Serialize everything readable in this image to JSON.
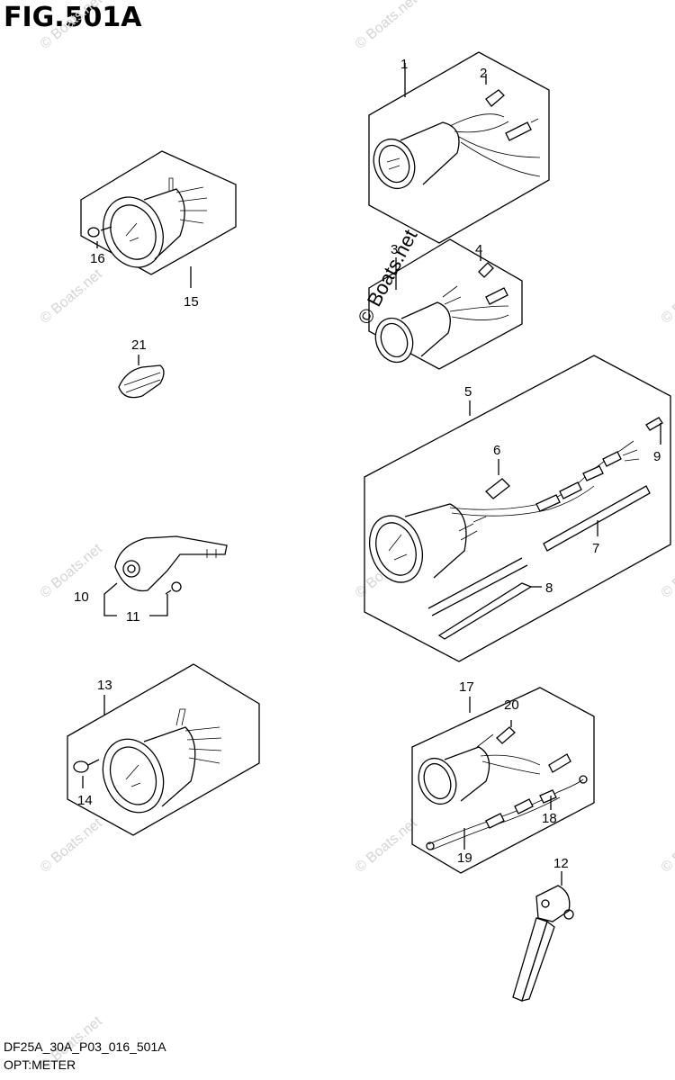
{
  "figure": {
    "title": "FIG.501A",
    "code": "DF25A_30A_P03_016_501A",
    "subtitle": "OPT:METER"
  },
  "watermark": {
    "main": "© Boats.net",
    "repeat": "© Boats.net"
  },
  "callouts": [
    "1",
    "2",
    "3",
    "4",
    "5",
    "6",
    "7",
    "8",
    "9",
    "10",
    "11",
    "12",
    "13",
    "14",
    "15",
    "16",
    "17",
    "18",
    "19",
    "20",
    "21"
  ]
}
